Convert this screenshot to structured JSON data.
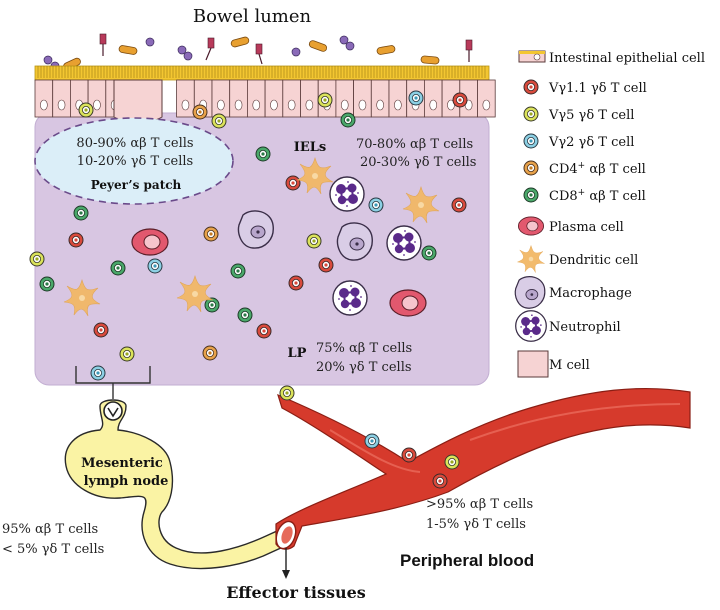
{
  "title": "Bowel lumen",
  "colors": {
    "epithelium_top": "#f3c631",
    "epithelial_cell": "#f6d3d3",
    "lamina_propria": "#d8c6e2",
    "peyers_patch": "#dbeef8",
    "vessel": "#d63a2c",
    "lymph": "#faf3a4",
    "vg11": "#d94a3c",
    "vg5": "#dbe35a",
    "vg2": "#8cd0e4",
    "cd4": "#e8a24a",
    "cd8": "#4aa86a"
  },
  "regions": {
    "peyers_patch": {
      "line1": "80-90% αβ T cells",
      "line2": "10-20% γδ T cells",
      "label": "Peyer’s patch"
    },
    "iels": {
      "label": "IELs",
      "line1": "70-80% αβ T cells",
      "line2": "20-30% γδ T cells"
    },
    "lp": {
      "label": "LP",
      "line1": "75% αβ T cells",
      "line2": "20% γδ T cells"
    },
    "lymph_node": {
      "line1": "Mesenteric",
      "line2": "lymph node",
      "stat1": "95% αβ T cells",
      "stat2": "< 5% γδ T cells"
    },
    "blood": {
      "label": "Peripheral blood",
      "stat1": ">95% αβ T cells",
      "stat2": "1-5% γδ T cells"
    },
    "effector": "Effector tissues"
  },
  "legend": [
    {
      "icon": "epithelial-cell-icon",
      "text": "Intestinal epithelial cell"
    },
    {
      "icon": "vg11-cell-icon",
      "pre": "Vγ1.1 γδ T cell"
    },
    {
      "icon": "vg5-cell-icon",
      "pre": "Vγ5 γδ T cell"
    },
    {
      "icon": "vg2-cell-icon",
      "pre": "Vγ2 γδ T cell"
    },
    {
      "icon": "cd4-cell-icon",
      "pre": "CD4",
      "sup": "+",
      "post": " αβ T cell"
    },
    {
      "icon": "cd8-cell-icon",
      "pre": "CD8",
      "sup": "+",
      "post": " αβ T cell"
    },
    {
      "icon": "plasma-cell-icon",
      "text": "Plasma cell"
    },
    {
      "icon": "dendritic-cell-icon",
      "text": "Dendritic cell"
    },
    {
      "icon": "macrophage-icon",
      "text": "Macrophage"
    },
    {
      "icon": "neutrophil-icon",
      "text": "Neutrophil"
    },
    {
      "icon": "m-cell-icon",
      "text": "M cell"
    }
  ]
}
